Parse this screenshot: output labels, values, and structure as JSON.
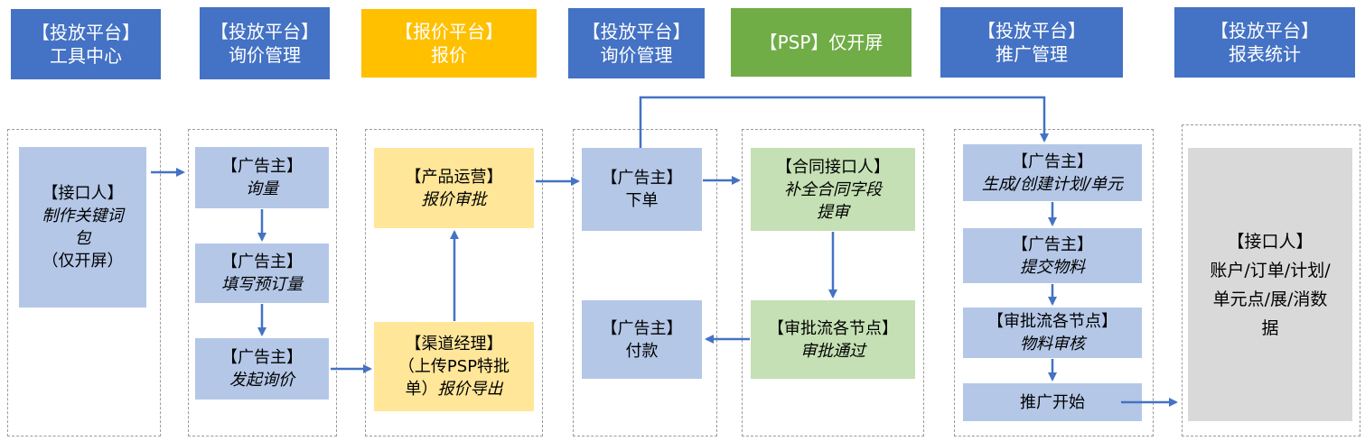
{
  "headers": [
    {
      "line1": "【投放平台】",
      "line2": "工具中心"
    },
    {
      "line1": "【投放平台】",
      "line2": "询价管理"
    },
    {
      "line1": "【报价平台】",
      "line2": "报价"
    },
    {
      "line1": "【投放平台】",
      "line2": "询价管理"
    },
    {
      "line1": "【PSP】仅开屏"
    },
    {
      "line1": "【投放平台】",
      "line2": "推广管理"
    },
    {
      "line1": "【投放平台】",
      "line2": "报表统计"
    }
  ],
  "boxes": {
    "interface_keyword": {
      "role": "【接口人】",
      "action": "制作关键词",
      "action2": "包",
      "note": "（仅开屏）"
    },
    "adv_inquiry": {
      "role": "【广告主】",
      "action": "询量"
    },
    "adv_fill_reserve": {
      "role": "【广告主】",
      "action": "填写预订量"
    },
    "adv_start_inquiry": {
      "role": "【广告主】",
      "action": "发起询价"
    },
    "product_ops": {
      "role": "【产品运营】",
      "action": "报价审批"
    },
    "channel_mgr": {
      "role": "【渠道经理】",
      "line2": "（上传PSP特批",
      "line3a": "单）",
      "line3b": "报价导出"
    },
    "adv_order": {
      "role": "【广告主】",
      "action": "下单"
    },
    "adv_pay": {
      "role": "【广告主】",
      "action": "付款"
    },
    "contract_if": {
      "role": "【合同接口人】",
      "action": "补全合同字段",
      "action2": "提审"
    },
    "approval_nodes": {
      "role": "【审批流各节点】",
      "action": "审批通过"
    },
    "adv_create": {
      "role": "【广告主】",
      "action": "生成/创建计划/单元"
    },
    "adv_submit": {
      "role": "【广告主】",
      "action": "提交物料"
    },
    "approval_material": {
      "role": "【审批流各节点】",
      "action": "物料审核"
    },
    "promo_start": {
      "action": "推广开始"
    },
    "interface_report": {
      "role": "【接口人】",
      "line2": "账户/订单/计划/",
      "line3": "单元点/展/消数",
      "line4": "据"
    }
  },
  "colors": {
    "header_blue": "#4472c4",
    "header_yellow": "#ffc000",
    "header_green": "#70ad47",
    "box_blue": "#b4c7e7",
    "box_yellow": "#ffe699",
    "box_green": "#c5e0b4",
    "box_gray": "#d9d9d9",
    "arrow": "#4472c4",
    "lane_border": "#9a9a9a"
  }
}
